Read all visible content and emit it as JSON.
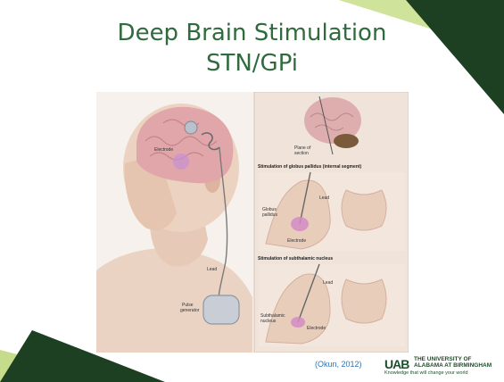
{
  "slide": {
    "title_line1": "Deep Brain Stimulation",
    "title_line2": "STN/GPi",
    "citation": "(Okun, 2012)"
  },
  "figure": {
    "labels": {
      "electrode_main": "Electrode",
      "lead_main": "Lead",
      "pulse_generator_1": "Pulse",
      "pulse_generator_2": "generator",
      "plane_1": "Plane of",
      "plane_2": "section",
      "gpi_heading": "Stimulation of globus pallidus (internal segment)",
      "gpi_lead": "Lead",
      "gpi_globus_1": "Globus",
      "gpi_globus_2": "pallidus",
      "gpi_electrode": "Electrode",
      "stn_heading": "Stimulation of subthalamic nucleus",
      "stn_lead": "Lead",
      "stn_nucleus_1": "Subthalamic",
      "stn_nucleus_2": "nucleus",
      "stn_electrode": "Electrode"
    }
  },
  "logo": {
    "mark": "UAB",
    "line1": "THE UNIVERSITY OF",
    "line2": "ALABAMA AT BIRMINGHAM",
    "tagline": "Knowledge that will change your world"
  },
  "colors": {
    "title": "#2f6b3d",
    "accent_light": "#c5dd8a",
    "accent_dark": "#1d3f22",
    "citation": "#2e75b6"
  }
}
